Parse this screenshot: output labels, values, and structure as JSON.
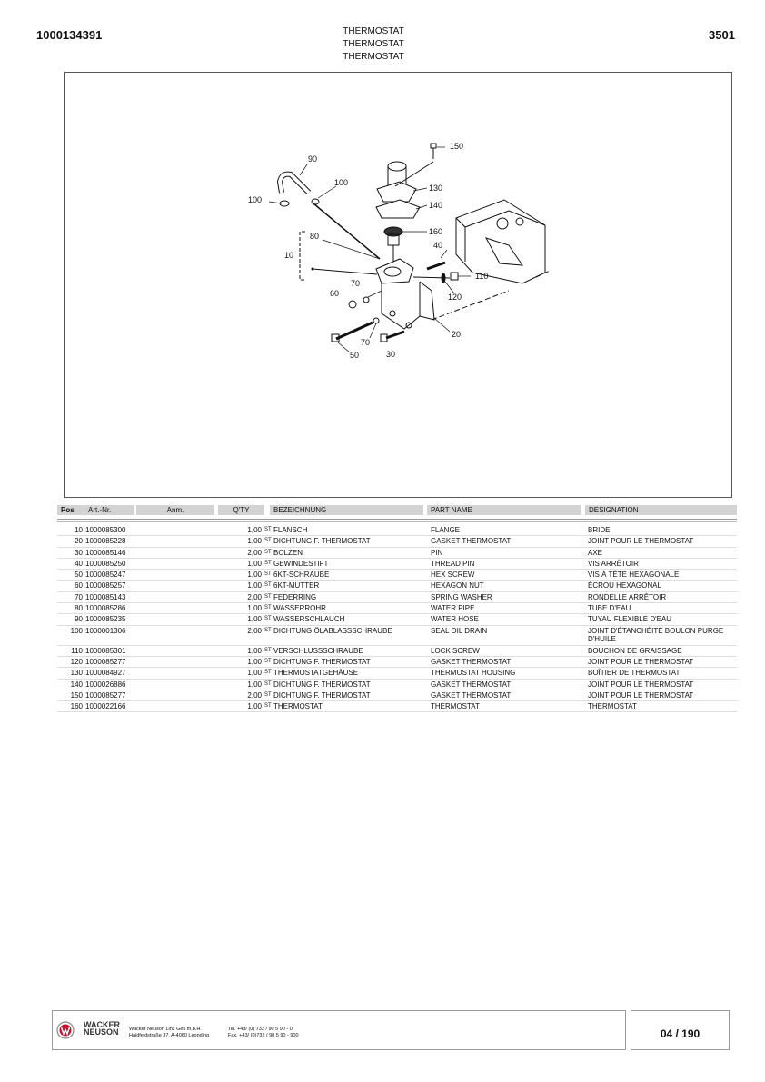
{
  "header": {
    "doc_number": "1000134391",
    "titles": [
      "THERMOSTAT",
      "THERMOSTAT",
      "THERMOSTAT"
    ],
    "page_code": "3501"
  },
  "diagram": {
    "callouts": [
      "150",
      "90",
      "100",
      "100",
      "130",
      "140",
      "160",
      "80",
      "10",
      "40",
      "110",
      "120",
      "70",
      "60",
      "20",
      "70",
      "50",
      "30"
    ]
  },
  "table": {
    "headers": {
      "pos": "Pos",
      "art": "Art.-Nr.",
      "anm": "Anm.",
      "qty": "Q'TY",
      "bez": "BEZEICHNUNG",
      "part": "PART NAME",
      "des": "DESIGNATION"
    },
    "rows": [
      {
        "pos": "10",
        "art": "1000085300",
        "qty": "1,00",
        "unit": "ST",
        "bez": "FLANSCH",
        "part": "FLANGE",
        "des": "BRIDE"
      },
      {
        "pos": "20",
        "art": "1000085228",
        "qty": "1,00",
        "unit": "ST",
        "bez": "DICHTUNG F. THERMOSTAT",
        "part": "GASKET THERMOSTAT",
        "des": "JOINT POUR LE THERMOSTAT"
      },
      {
        "pos": "30",
        "art": "1000085146",
        "qty": "2,00",
        "unit": "ST",
        "bez": "BOLZEN",
        "part": "PIN",
        "des": "AXE"
      },
      {
        "pos": "40",
        "art": "1000085250",
        "qty": "1,00",
        "unit": "ST",
        "bez": "GEWINDESTIFT",
        "part": "THREAD PIN",
        "des": "VIS ARRÊTOIR"
      },
      {
        "pos": "50",
        "art": "1000085247",
        "qty": "1,00",
        "unit": "ST",
        "bez": "6KT-SCHRAUBE",
        "part": "HEX SCREW",
        "des": "VIS À TÊTE HEXAGONALE"
      },
      {
        "pos": "60",
        "art": "1000085257",
        "qty": "1,00",
        "unit": "ST",
        "bez": "6KT-MUTTER",
        "part": "HEXAGON NUT",
        "des": "ÉCROU HEXAGONAL"
      },
      {
        "pos": "70",
        "art": "1000085143",
        "qty": "2,00",
        "unit": "ST",
        "bez": "FEDERRING",
        "part": "SPRING WASHER",
        "des": "RONDELLE ARRÊTOIR"
      },
      {
        "pos": "80",
        "art": "1000085286",
        "qty": "1,00",
        "unit": "ST",
        "bez": "WASSERROHR",
        "part": "WATER PIPE",
        "des": "TUBE D'EAU"
      },
      {
        "pos": "90",
        "art": "1000085235",
        "qty": "1,00",
        "unit": "ST",
        "bez": "WASSERSCHLAUCH",
        "part": "WATER HOSE",
        "des": "TUYAU FLEXIBLE D'EAU"
      },
      {
        "pos": "100",
        "art": "1000001306",
        "qty": "2,00",
        "unit": "ST",
        "bez": "DICHTUNG ÖLABLASSSCHRAUBE",
        "part": "SEAL OIL DRAIN",
        "des": "JOINT D'ÉTANCHÉITÉ BOULON PURGE D'HUILE"
      },
      {
        "pos": "110",
        "art": "1000085301",
        "qty": "1,00",
        "unit": "ST",
        "bez": "VERSCHLUSSSCHRAUBE",
        "part": "LOCK SCREW",
        "des": "BOUCHON DE GRAISSAGE"
      },
      {
        "pos": "120",
        "art": "1000085277",
        "qty": "1,00",
        "unit": "ST",
        "bez": "DICHTUNG F. THERMOSTAT",
        "part": "GASKET THERMOSTAT",
        "des": "JOINT POUR LE THERMOSTAT"
      },
      {
        "pos": "130",
        "art": "1000084927",
        "qty": "1,00",
        "unit": "ST",
        "bez": "THERMOSTATGEHÄUSE",
        "part": "THERMOSTAT HOUSING",
        "des": "BOÎTIER DE THERMOSTAT"
      },
      {
        "pos": "140",
        "art": "1000026886",
        "qty": "1,00",
        "unit": "ST",
        "bez": "DICHTUNG F. THERMOSTAT",
        "part": "GASKET THERMOSTAT",
        "des": "JOINT POUR LE THERMOSTAT"
      },
      {
        "pos": "150",
        "art": "1000085277",
        "qty": "2,00",
        "unit": "ST",
        "bez": "DICHTUNG F. THERMOSTAT",
        "part": "GASKET THERMOSTAT",
        "des": "JOINT POUR LE THERMOSTAT"
      },
      {
        "pos": "160",
        "art": "1000022166",
        "qty": "1,00",
        "unit": "ST",
        "bez": "THERMOSTAT",
        "part": "THERMOSTAT",
        "des": "THERMOSTAT"
      }
    ]
  },
  "footer": {
    "brand_line1": "WACKER",
    "brand_line2": "NEUSON",
    "company": "Wacker Neuson Linz  Ges.m.b.H.",
    "address": "Haidfeldstraße 37, A-4060 Leonding",
    "tel": "Tel. +43/ (0) 732 / 90 5 90 - 0",
    "fax": "Fax. +43/ (0)732 / 90 5 90 - 900",
    "page": "04 / 190",
    "brand_color": "#c8102e"
  }
}
